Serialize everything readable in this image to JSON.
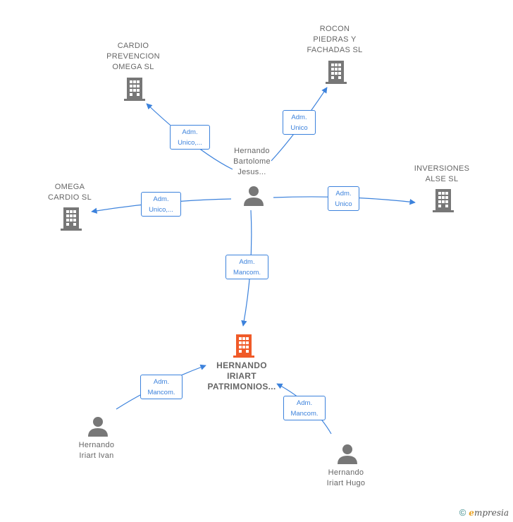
{
  "nodes": {
    "center_person": "Hernando\nBartolome\nJesus...",
    "main_company": "HERNANDO\nIRIART\nPATRIMONIOS...",
    "cardio": "CARDIO\nPREVENCION\nOMEGA  SL",
    "rocon": "ROCON\nPIEDRAS Y\nFACHADAS SL",
    "omega": "OMEGA\nCARDIO SL",
    "inversiones": "INVERSIONES\nALSE SL",
    "ivan": "Hernando\nIriart Ivan",
    "hugo": "Hernando\nIriart Hugo"
  },
  "edges": {
    "to_cardio": "Adm.\nUnico,...",
    "to_rocon": "Adm.\nUnico",
    "to_omega": "Adm.\nUnico,...",
    "to_inversiones": "Adm.\nUnico",
    "to_main": "Adm.\nMancom.",
    "ivan_to_main": "Adm.\nMancom.",
    "hugo_to_main": "Adm.\nMancom."
  },
  "footer": {
    "copyright": "©",
    "brand_initial": "e",
    "brand_rest": "mpresia"
  },
  "colors": {
    "edge": "#3c82dc",
    "company_icon": "#777777",
    "main_icon": "#f05a28",
    "person_icon": "#777777"
  },
  "icons": {
    "company": "building-icon",
    "person": "person-icon"
  }
}
